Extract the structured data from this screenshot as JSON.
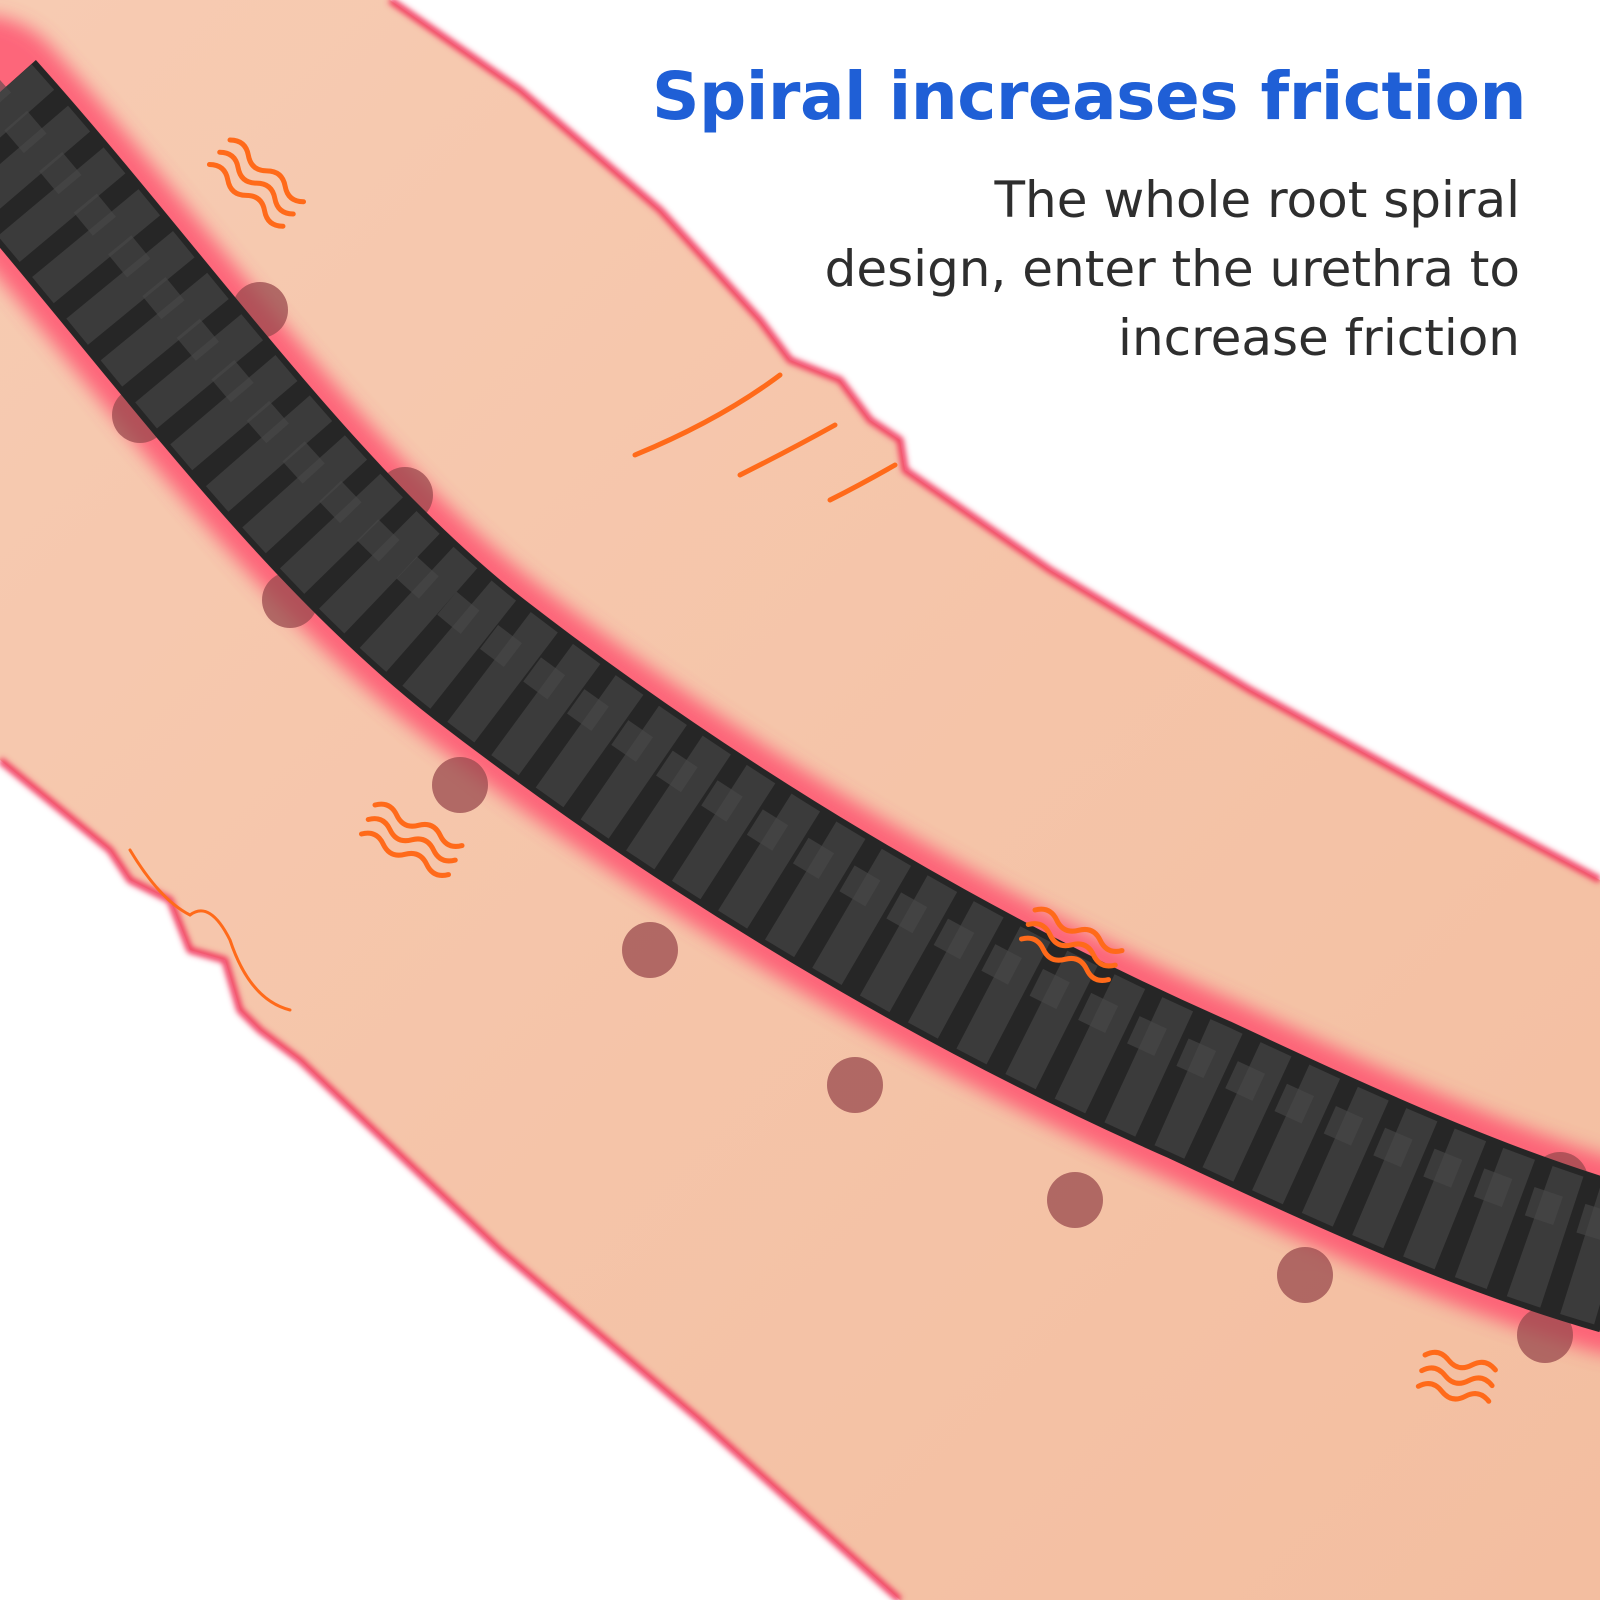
{
  "heading": {
    "title": "Spiral increases friction",
    "description_lines": [
      "The whole root spiral",
      "design, enter the urethra to",
      "increase friction"
    ]
  },
  "colors": {
    "title": "#1f5fd6",
    "text": "#2e2e2e",
    "skin": "#f5c4a8",
    "outline": "#f23a5e",
    "rod": "#2a2a2a",
    "heat": "#ff6a1a"
  },
  "icons": [
    "heat-wave-icon"
  ]
}
